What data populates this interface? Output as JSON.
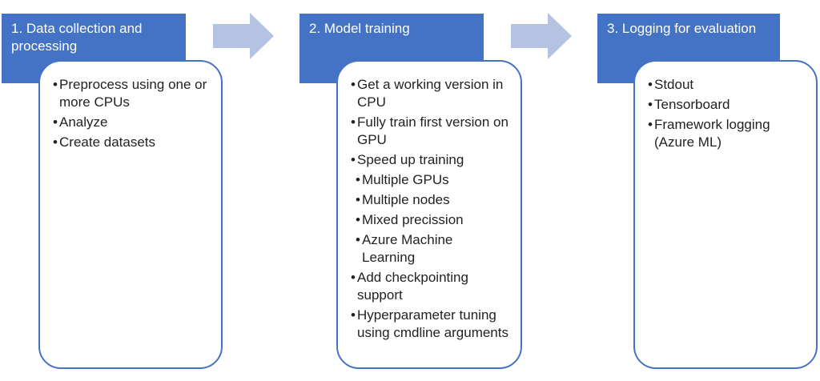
{
  "steps": [
    {
      "title": "1. Data collection and processing",
      "items": [
        {
          "text": "Preprocess using one or more CPUs"
        },
        {
          "text": "Analyze"
        },
        {
          "text": "Create datasets"
        }
      ]
    },
    {
      "title": "2. Model training",
      "items": [
        {
          "text": "Get a working version in CPU"
        },
        {
          "text": "Fully train first version on GPU"
        },
        {
          "text": "Speed up training"
        },
        {
          "text": "Multiple GPUs",
          "sub": true
        },
        {
          "text": "Multiple nodes",
          "sub": true
        },
        {
          "text": "Mixed precission",
          "sub": true
        },
        {
          "text": "Azure Machine Learning",
          "sub": true
        },
        {
          "text": "Add checkpointing support"
        },
        {
          "text": "Hyperparameter tuning using cmdline arguments"
        }
      ]
    },
    {
      "title": "3. Logging for evaluation",
      "items": [
        {
          "text": "Stdout"
        },
        {
          "text": "Tensorboard"
        },
        {
          "text": "Framework logging (Azure ML)"
        }
      ]
    }
  ],
  "colors": {
    "header": "#4472c4",
    "border": "#4472c4",
    "arrow": "#b4c3e2"
  },
  "icons": [
    "right-arrow-icon",
    "right-arrow-icon"
  ]
}
